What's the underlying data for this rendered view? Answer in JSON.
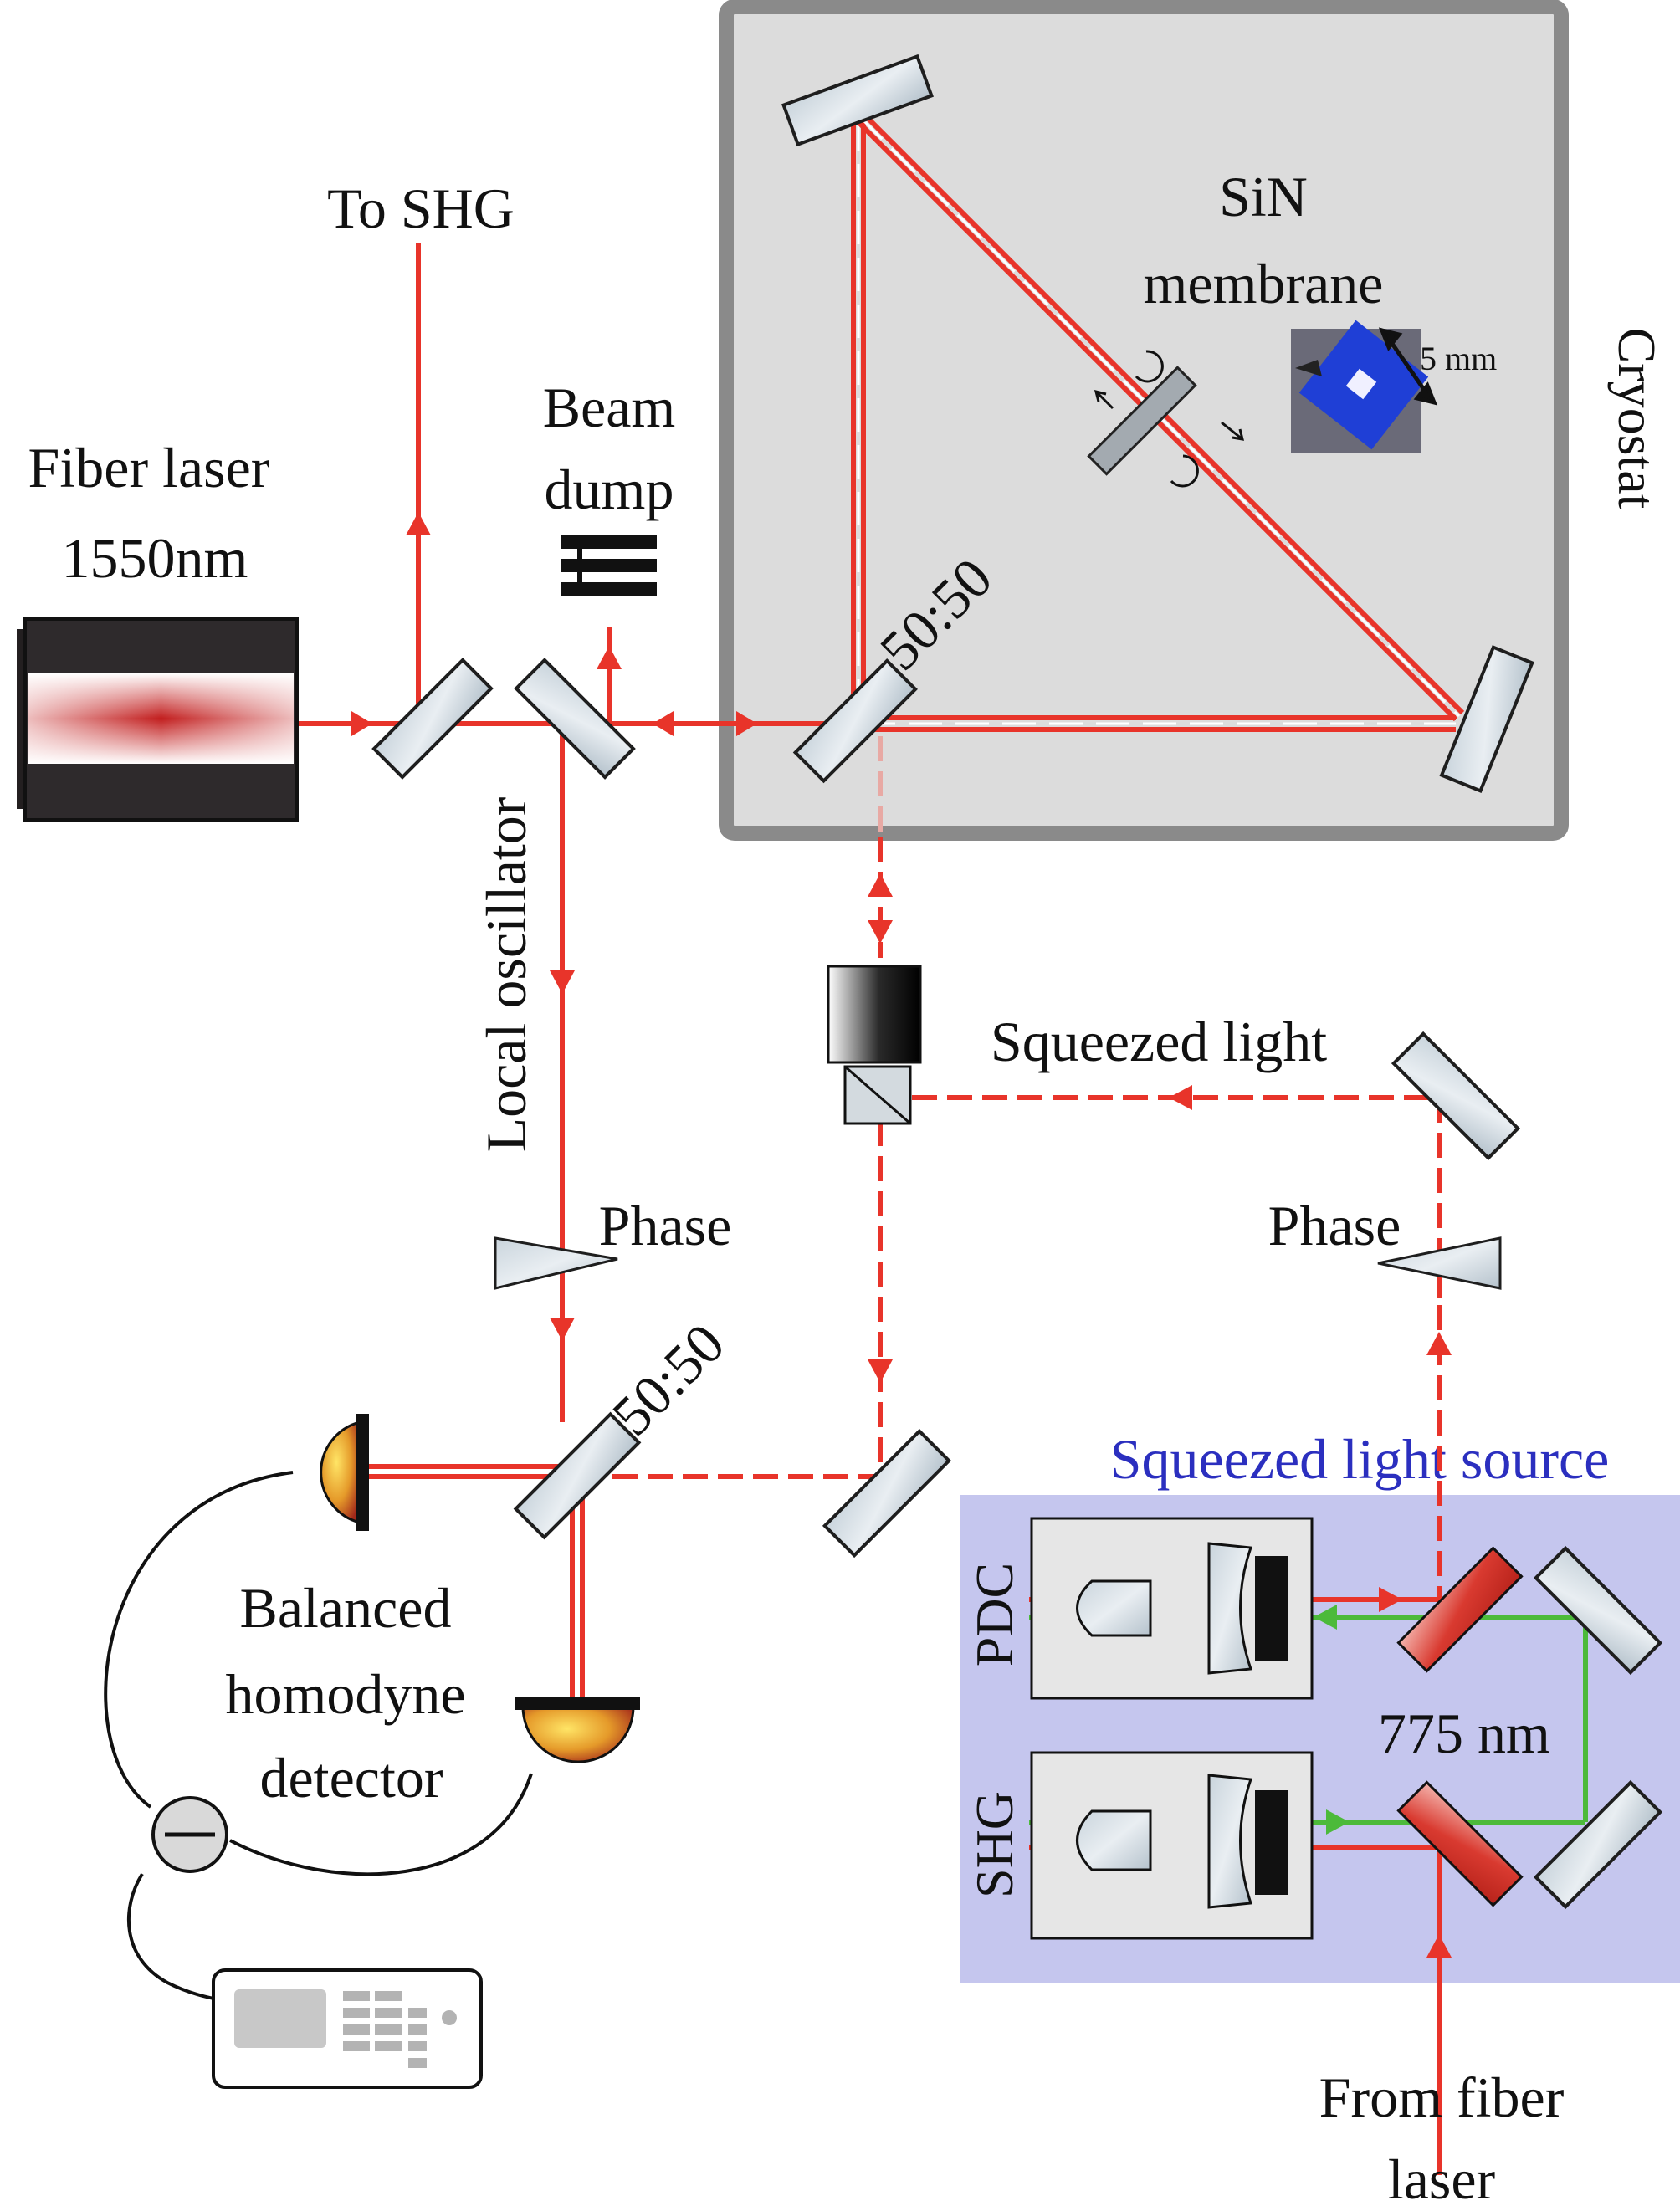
{
  "labels": {
    "to_shg": "To SHG",
    "beam_dump_line1": "Beam",
    "beam_dump_line2": "dump",
    "fiber_laser_line1": "Fiber laser",
    "fiber_laser_line2": "1550nm",
    "sin_line1": "SiN",
    "sin_line2": "membrane",
    "scale_bar": "5 mm",
    "cryostat": "Cryostat",
    "splitter_top": "50:50",
    "local_oscillator": "Local oscillator",
    "squeezed_light": "Squeezed light",
    "phase_left": "Phase",
    "phase_right": "Phase",
    "splitter_bottom": "50:50",
    "squeezed_light_source": "Squeezed light source",
    "pdc": "PDC",
    "wavelength_775": "775 nm",
    "shg": "SHG",
    "bhd_line1": "Balanced",
    "bhd_line2": "homodyne",
    "bhd_line3": "detector",
    "from_fiber_line1": "From fiber",
    "from_fiber_line2": "laser"
  },
  "colors": {
    "beam_red": "#e8342a",
    "beam_green": "#4cba3a",
    "cryostat_fill": "#dcdcdc",
    "cryostat_border": "#8a8a8a",
    "source_panel": "#c5c6ee",
    "membrane_blue": "#1f3fd6",
    "label_blue": "#2b2fbf"
  },
  "icons": {
    "laser": "fiber-laser-icon",
    "beam_dump": "beam-dump-icon",
    "photodiode": "photodiode-icon",
    "subtractor": "minus-circle-icon",
    "oscilloscope": "spectrum-analyzer-icon",
    "membrane_photo": "membrane-photo-icon"
  }
}
